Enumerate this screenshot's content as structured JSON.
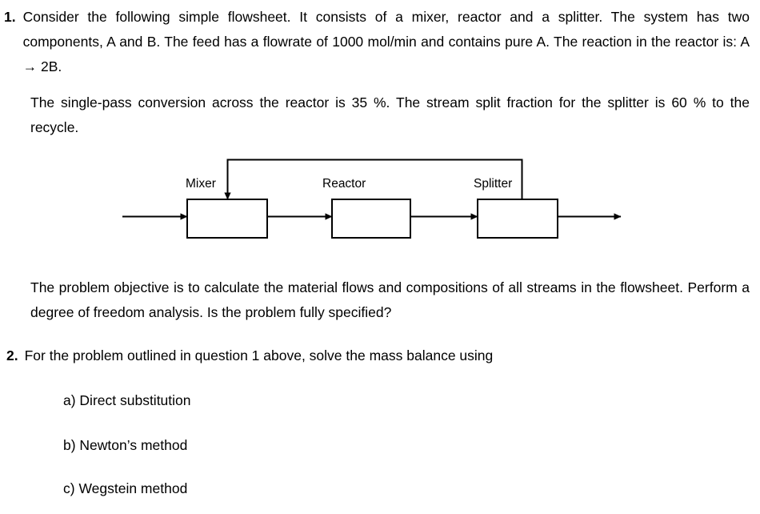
{
  "document": {
    "questions": [
      {
        "number": "1.",
        "paragraphs": [
          "Consider the following simple flowsheet. It consists of a mixer, reactor and a splitter. The system has two components, A and B. The feed has a flowrate of 1000 mol/min and contains pure A. The reaction in the reactor is:  A  →  2B.",
          "The single-pass conversion across the reactor is 35 %. The stream split fraction for the splitter is 60 % to the recycle."
        ],
        "closing": "The problem objective is to calculate the material flows and compositions of all streams in the flowsheet. Perform a degree of freedom analysis. Is the problem fully specified?"
      },
      {
        "number": "2.",
        "paragraphs": [
          "For the problem outlined in question 1 above, solve the mass balance using"
        ],
        "sub_items": [
          "a) Direct substitution",
          "b) Newton’s method",
          "c) Wegstein method"
        ]
      }
    ]
  },
  "flowsheet": {
    "units": [
      {
        "label": "Mixer"
      },
      {
        "label": "Reactor"
      },
      {
        "label": "Splitter"
      }
    ],
    "streams": [
      {
        "name": "feed-stream"
      },
      {
        "name": "mixer-to-reactor-stream"
      },
      {
        "name": "reactor-to-splitter-stream"
      },
      {
        "name": "product-stream"
      },
      {
        "name": "recycle-stream"
      }
    ],
    "line_color": "#000000"
  }
}
